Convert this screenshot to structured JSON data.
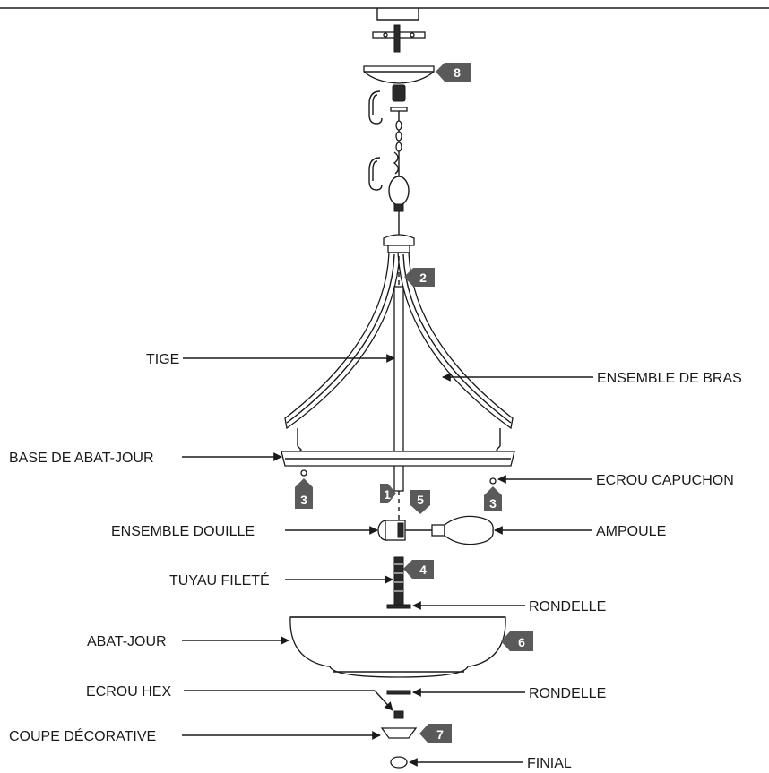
{
  "labels": {
    "tige": "TIGE",
    "ensemble_de_bras": "ENSEMBLE DE BRAS",
    "base_de_abat_jour": "BASE DE ABAT-JOUR",
    "ecrou_capuchon": "ECROU CAPUCHON",
    "ensemble_douille": "ENSEMBLE DOUILLE",
    "ampoule": "AMPOULE",
    "tuyau_filete": "TUYAU FILETÉ",
    "rondelle_top": "RONDELLE",
    "abat_jour": "ABAT-JOUR",
    "ecrou_hex": "ECROU HEX",
    "rondelle_bottom": "RONDELLE",
    "coupe_decorative": "COUPE DÉCORATIVE",
    "finial": "FINIAL"
  },
  "steps": {
    "s8": "8",
    "s2": "2",
    "s3_left": "3",
    "s3_right": "3",
    "s1": "1",
    "s5": "5",
    "s4": "4",
    "s6": "6",
    "s7": "7"
  }
}
